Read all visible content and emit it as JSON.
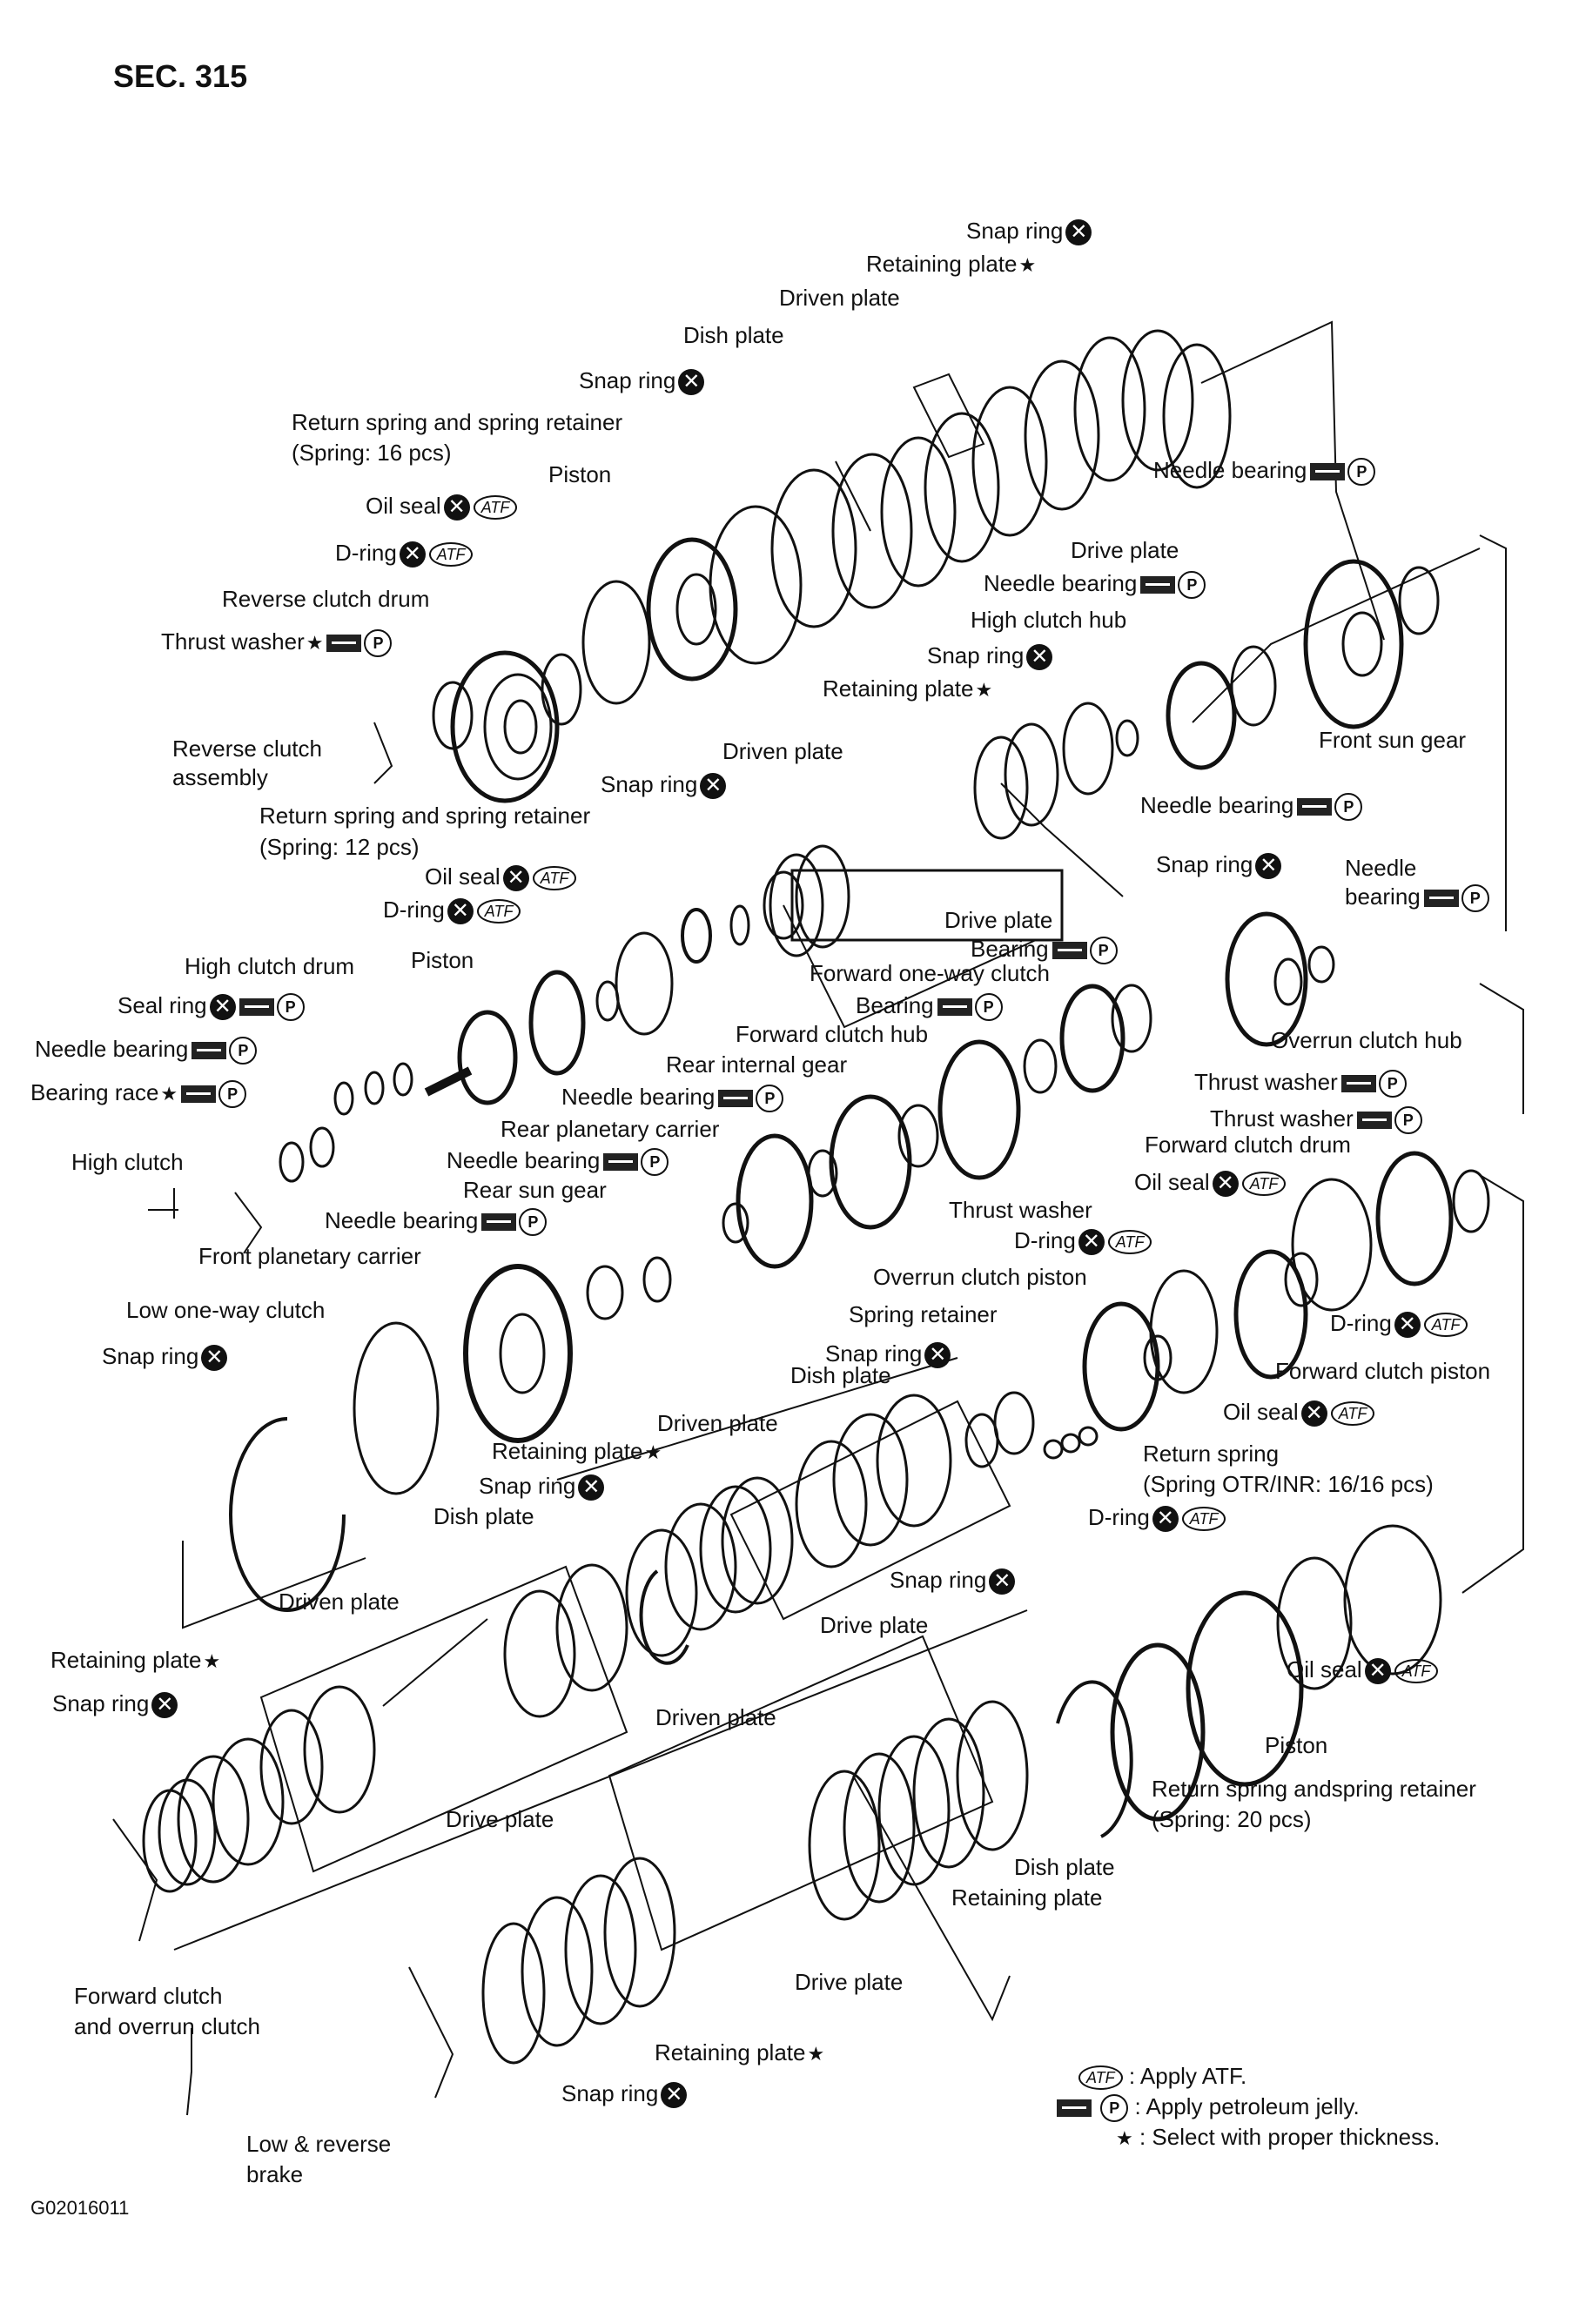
{
  "section": "SEC. 315",
  "figure_code": "G02016011",
  "labels": [
    {
      "id": "snap-ring-1",
      "text": "Snap ring",
      "sym": [
        "x"
      ]
    },
    {
      "id": "retaining-plate-1",
      "text": "Retaining plate",
      "sym": [
        "star"
      ]
    },
    {
      "id": "driven-plate-1",
      "text": "Driven plate",
      "sym": []
    },
    {
      "id": "dish-plate-1",
      "text": "Dish plate",
      "sym": []
    },
    {
      "id": "snap-ring-2",
      "text": "Snap ring",
      "sym": [
        "x"
      ]
    },
    {
      "id": "return-spring-1a",
      "text": "Return spring and spring retainer",
      "sym": []
    },
    {
      "id": "return-spring-1b",
      "text": "(Spring: 16 pcs)",
      "sym": []
    },
    {
      "id": "piston-1",
      "text": "Piston",
      "sym": []
    },
    {
      "id": "oil-seal-1",
      "text": "Oil seal",
      "sym": [
        "x",
        "atf"
      ]
    },
    {
      "id": "d-ring-1",
      "text": "D-ring",
      "sym": [
        "x",
        "atf"
      ]
    },
    {
      "id": "reverse-clutch-drum",
      "text": "Reverse clutch drum",
      "sym": []
    },
    {
      "id": "thrust-washer-1",
      "text": "Thrust washer",
      "sym": [
        "star",
        "pj",
        "p"
      ]
    },
    {
      "id": "needle-bearing-1",
      "text": "Needle bearing",
      "sym": [
        "pj",
        "p"
      ]
    },
    {
      "id": "drive-plate-1",
      "text": "Drive plate",
      "sym": []
    },
    {
      "id": "needle-bearing-2",
      "text": "Needle bearing",
      "sym": [
        "pj",
        "p"
      ]
    },
    {
      "id": "high-clutch-hub",
      "text": "High clutch hub",
      "sym": []
    },
    {
      "id": "snap-ring-3",
      "text": "Snap ring",
      "sym": [
        "x"
      ]
    },
    {
      "id": "retaining-plate-2",
      "text": "Retaining plate",
      "sym": [
        "star"
      ]
    },
    {
      "id": "front-sun-gear",
      "text": "Front sun gear",
      "sym": []
    },
    {
      "id": "reverse-clutch-assembly-a",
      "text": "Reverse clutch",
      "sym": []
    },
    {
      "id": "reverse-clutch-assembly-b",
      "text": "assembly",
      "sym": []
    },
    {
      "id": "driven-plate-2",
      "text": "Driven plate",
      "sym": []
    },
    {
      "id": "snap-ring-4",
      "text": "Snap ring",
      "sym": [
        "x"
      ]
    },
    {
      "id": "return-spring-2a",
      "text": "Return spring and spring retainer",
      "sym": []
    },
    {
      "id": "return-spring-2b",
      "text": "(Spring: 12 pcs)",
      "sym": []
    },
    {
      "id": "needle-bearing-3",
      "text": "Needle bearing",
      "sym": [
        "pj",
        "p"
      ]
    },
    {
      "id": "snap-ring-5",
      "text": "Snap ring",
      "sym": [
        "x"
      ]
    },
    {
      "id": "needle-bearing-4a",
      "text": "Needle",
      "sym": []
    },
    {
      "id": "needle-bearing-4b",
      "text": "bearing",
      "sym": [
        "pj",
        "p"
      ]
    },
    {
      "id": "oil-seal-2",
      "text": "Oil seal",
      "sym": [
        "x",
        "atf"
      ]
    },
    {
      "id": "d-ring-2",
      "text": "D-ring",
      "sym": [
        "x",
        "atf"
      ]
    },
    {
      "id": "drive-plate-2",
      "text": "Drive plate",
      "sym": []
    },
    {
      "id": "bearing-1",
      "text": "Bearing",
      "sym": [
        "pj",
        "p"
      ]
    },
    {
      "id": "high-clutch-drum",
      "text": "High clutch drum",
      "sym": []
    },
    {
      "id": "piston-2",
      "text": "Piston",
      "sym": []
    },
    {
      "id": "forward-one-way-clutch",
      "text": "Forward one-way clutch",
      "sym": []
    },
    {
      "id": "seal-ring",
      "text": "Seal ring",
      "sym": [
        "x",
        "pj",
        "p"
      ]
    },
    {
      "id": "bearing-2",
      "text": "Bearing",
      "sym": [
        "pj",
        "p"
      ]
    },
    {
      "id": "forward-clutch-hub",
      "text": "Forward clutch hub",
      "sym": []
    },
    {
      "id": "overrun-clutch-hub",
      "text": "Overrun clutch hub",
      "sym": []
    },
    {
      "id": "needle-bearing-5",
      "text": "Needle bearing",
      "sym": [
        "pj",
        "p"
      ]
    },
    {
      "id": "rear-internal-gear",
      "text": "Rear internal gear",
      "sym": []
    },
    {
      "id": "thrust-washer-2",
      "text": "Thrust washer",
      "sym": [
        "pj",
        "p"
      ]
    },
    {
      "id": "bearing-race",
      "text": "Bearing race",
      "sym": [
        "star",
        "pj",
        "p"
      ]
    },
    {
      "id": "needle-bearing-6",
      "text": "Needle bearing",
      "sym": [
        "pj",
        "p"
      ]
    },
    {
      "id": "thrust-washer-3",
      "text": "Thrust washer",
      "sym": [
        "pj",
        "p"
      ]
    },
    {
      "id": "rear-planetary-carrier",
      "text": "Rear planetary carrier",
      "sym": []
    },
    {
      "id": "forward-clutch-drum",
      "text": "Forward clutch drum",
      "sym": []
    },
    {
      "id": "high-clutch",
      "text": "High clutch",
      "sym": []
    },
    {
      "id": "needle-bearing-7",
      "text": "Needle bearing",
      "sym": [
        "pj",
        "p"
      ]
    },
    {
      "id": "rear-sun-gear",
      "text": "Rear sun gear",
      "sym": []
    },
    {
      "id": "oil-seal-3",
      "text": "Oil seal",
      "sym": [
        "x",
        "atf"
      ]
    },
    {
      "id": "thrust-washer-4",
      "text": "Thrust washer",
      "sym": []
    },
    {
      "id": "needle-bearing-8",
      "text": "Needle bearing",
      "sym": [
        "pj",
        "p"
      ]
    },
    {
      "id": "d-ring-3",
      "text": "D-ring",
      "sym": [
        "x",
        "atf"
      ]
    },
    {
      "id": "front-planetary-carrier",
      "text": "Front planetary carrier",
      "sym": []
    },
    {
      "id": "overrun-clutch-piston",
      "text": "Overrun clutch piston",
      "sym": []
    },
    {
      "id": "low-one-way-clutch",
      "text": "Low one-way clutch",
      "sym": []
    },
    {
      "id": "spring-retainer",
      "text": "Spring retainer",
      "sym": []
    },
    {
      "id": "d-ring-4",
      "text": "D-ring",
      "sym": [
        "x",
        "atf"
      ]
    },
    {
      "id": "snap-ring-6",
      "text": "Snap ring",
      "sym": [
        "x"
      ]
    },
    {
      "id": "snap-ring-7",
      "text": "Snap ring",
      "sym": [
        "x"
      ]
    },
    {
      "id": "forward-clutch-piston",
      "text": "Forward clutch piston",
      "sym": []
    },
    {
      "id": "dish-plate-2",
      "text": "Dish plate",
      "sym": []
    },
    {
      "id": "oil-seal-4",
      "text": "Oil seal",
      "sym": [
        "x",
        "atf"
      ]
    },
    {
      "id": "driven-plate-3",
      "text": "Driven plate",
      "sym": []
    },
    {
      "id": "retaining-plate-3",
      "text": "Retaining plate",
      "sym": [
        "star"
      ]
    },
    {
      "id": "return-spring-3a",
      "text": "Return spring",
      "sym": []
    },
    {
      "id": "return-spring-3b",
      "text": "(Spring OTR/INR: 16/16 pcs)",
      "sym": []
    },
    {
      "id": "snap-ring-8",
      "text": "Snap ring",
      "sym": [
        "x"
      ]
    },
    {
      "id": "dish-plate-3",
      "text": "Dish plate",
      "sym": []
    },
    {
      "id": "d-ring-5",
      "text": "D-ring",
      "sym": [
        "x",
        "atf"
      ]
    },
    {
      "id": "driven-plate-4",
      "text": "Driven plate",
      "sym": []
    },
    {
      "id": "snap-ring-9",
      "text": "Snap ring",
      "sym": [
        "x"
      ]
    },
    {
      "id": "drive-plate-3",
      "text": "Drive plate",
      "sym": []
    },
    {
      "id": "retaining-plate-4",
      "text": "Retaining plate",
      "sym": [
        "star"
      ]
    },
    {
      "id": "oil-seal-5",
      "text": "Oil seal",
      "sym": [
        "x",
        "atf"
      ]
    },
    {
      "id": "snap-ring-10",
      "text": "Snap ring",
      "sym": [
        "x"
      ]
    },
    {
      "id": "driven-plate-5",
      "text": "Driven plate",
      "sym": []
    },
    {
      "id": "piston-3",
      "text": "Piston",
      "sym": []
    },
    {
      "id": "return-spring-4a",
      "text": "Return spring andspring retainer",
      "sym": []
    },
    {
      "id": "return-spring-4b",
      "text": "(Spring: 20 pcs)",
      "sym": []
    },
    {
      "id": "drive-plate-4",
      "text": "Drive plate",
      "sym": []
    },
    {
      "id": "dish-plate-4",
      "text": "Dish plate",
      "sym": []
    },
    {
      "id": "retaining-plate-5",
      "text": "Retaining plate",
      "sym": []
    },
    {
      "id": "forward-overrun-a",
      "text": "Forward clutch",
      "sym": []
    },
    {
      "id": "forward-overrun-b",
      "text": "and overrun clutch",
      "sym": []
    },
    {
      "id": "drive-plate-5",
      "text": "Drive plate",
      "sym": []
    },
    {
      "id": "retaining-plate-6",
      "text": "Retaining plate",
      "sym": [
        "star"
      ]
    },
    {
      "id": "snap-ring-11",
      "text": "Snap ring",
      "sym": [
        "x"
      ]
    },
    {
      "id": "low-reverse-a",
      "text": "Low & reverse",
      "sym": []
    },
    {
      "id": "low-reverse-b",
      "text": "brake",
      "sym": []
    }
  ],
  "legend": {
    "atf_symbol": "ATF",
    "atf_text": ": Apply ATF.",
    "pj_text": ": Apply petroleum jelly.",
    "star_symbol": "★",
    "star_text": ": Select with proper thickness."
  },
  "symbols": {
    "x": "✕",
    "p": "P",
    "atf": "ATF",
    "star": "★"
  }
}
